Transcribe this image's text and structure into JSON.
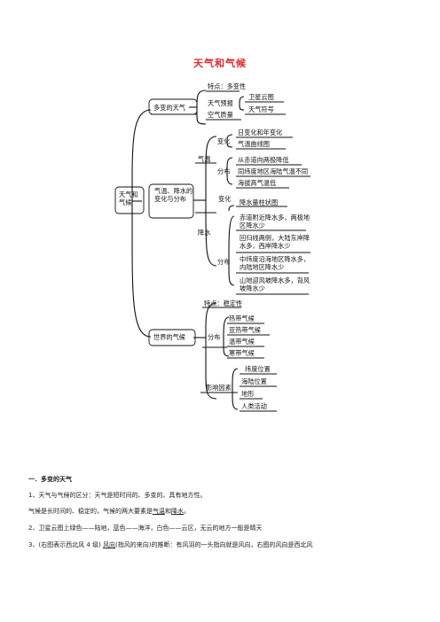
{
  "title": "天气和气候",
  "mindmap": {
    "root": "天气和气候",
    "branch1": {
      "label": "多变的天气",
      "feature": "特点：多变性",
      "forecast": "天气预报",
      "satellite": "卫星云图",
      "symbols": "天气符号",
      "airquality": "空气质量"
    },
    "branch2": {
      "label": "气温、降水的变化与分布",
      "temp": "气温",
      "change": "变化",
      "daily_yearly": "日变化和年变化",
      "temp_curve": "气温曲线图",
      "distribution": "分布",
      "equator_poles": "从赤道向两极降低",
      "same_lat": "同纬度地区海陆气温不同",
      "altitude": "海拔高气温低",
      "precip": "降水",
      "precip_change": "变化",
      "bar_chart": "降水量柱状图",
      "precip_dist": "分布",
      "p1": "赤道附近降水多，两极地区降水少",
      "p2": "回归线两侧，大陆东岸降水多，西岸降水少",
      "p3": "中纬度沿海地区降水多，内陆地区降水少",
      "p4": "山地迎风坡降水多，背风坡降水少"
    },
    "branch3": {
      "label": "世界的气候",
      "feature": "特点：稳定性",
      "distribution": "分布",
      "tropical": "热带气候",
      "subtropical": "亚热带气候",
      "temperate": "温带气候",
      "frigid": "寒带气候",
      "factors": "影响因素",
      "latitude": "纬度位置",
      "land_sea": "海陆位置",
      "terrain": "地形",
      "human": "人类活动"
    }
  },
  "section": {
    "heading": "一．多变的天气",
    "l1": "1、天气与气候的区分：天气是短时间的、多变的、具有地方性。",
    "l2a": "气候是长时间的、稳定的，气候的两大要素是",
    "l2b": "气温",
    "l2c": "和",
    "l2d": "降水",
    "l2e": "。",
    "l3": "2、卫星云图上绿色——陆地，蓝色——海洋，白色——云区，无云的地方一般是晴天",
    "l4a": "3、(右图表示西北风 4 级)",
    "l4b": "风向",
    "l4c": "(指风的来向)的推断：有风羽的一头指向就是风向，右图的风向是西北风"
  }
}
